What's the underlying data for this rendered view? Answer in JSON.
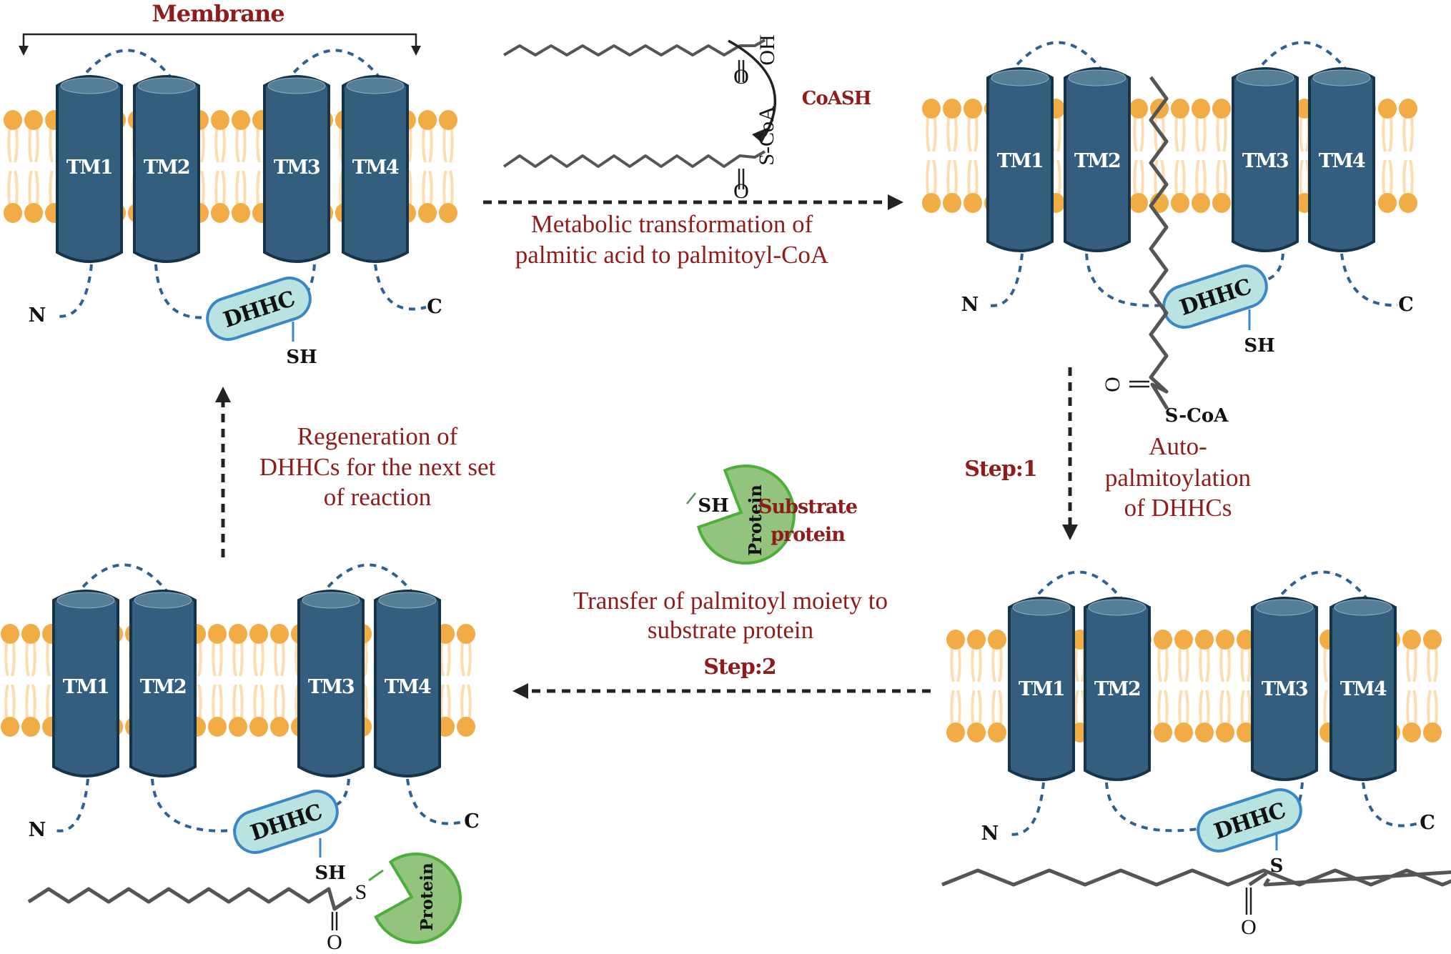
{
  "title": "Membrane",
  "colors": {
    "caption_red": "#8E1C1C",
    "tm_body": "#335E7E",
    "tm_outline": "#15344A",
    "tm_cap": "#557F97",
    "lipid_head": "#F2AC45",
    "lipid_tail": "#FBDDB0",
    "loop_dash": "#2E6090",
    "dhhc_fill": "#B8E3E0",
    "dhhc_stroke": "#3A87C8",
    "chain": "#555555",
    "protein_fill": "#93C47D",
    "protein_stroke": "#4CAF3A",
    "arrow": "#222222"
  },
  "panels": [
    {
      "id": "top-left",
      "state": "free DHHC enzyme",
      "tm_labels": [
        "TM1",
        "TM2",
        "TM3",
        "TM4"
      ],
      "n_terminus": "N",
      "c_terminus": "C",
      "motif": "DHHC",
      "thiol": "SH"
    },
    {
      "id": "top-right",
      "state": "palmitoyl-CoA approaching DHHC",
      "tm_labels": [
        "TM1",
        "TM2",
        "TM3",
        "TM4"
      ],
      "n_terminus": "N",
      "c_terminus": "C",
      "motif": "DHHC",
      "thiol": "SH",
      "carbonyl_o": "O",
      "thioester": "S-CoA"
    },
    {
      "id": "bottom-right",
      "state": "auto-palmitoylated DHHC",
      "tm_labels": [
        "TM1",
        "TM2",
        "TM3",
        "TM4"
      ],
      "n_terminus": "N",
      "c_terminus": "C",
      "motif": "DHHC",
      "thiol": "S",
      "carbonyl_o": "O"
    },
    {
      "id": "bottom-left",
      "state": "palmitoylated substrate protein released",
      "tm_labels": [
        "TM1",
        "TM2",
        "TM3",
        "TM4"
      ],
      "n_terminus": "N",
      "c_terminus": "C",
      "motif": "DHHC",
      "thiol": "SH",
      "protein_s": "S",
      "carbonyl_o": "O",
      "protein_label": "Protein"
    }
  ],
  "reaction": {
    "palmitic_acid_oh": "OH",
    "palmitic_acid_o": "O",
    "reagent": "CoASH",
    "palmitoyl_coa_s": "S-CoA",
    "palmitoyl_coa_o": "O"
  },
  "substrate": {
    "thiol": "SH",
    "protein_label": "Protein",
    "caption_line1": "Substrate",
    "caption_line2": "protein"
  },
  "captions": {
    "metabolic_line1": "Metabolic transformation of",
    "metabolic_line2": "palmitic acid to palmitoyl-CoA",
    "step1": "Step:1",
    "auto_line1": "Auto-",
    "auto_line2": "palmitoylation",
    "auto_line3": "of DHHCs",
    "transfer_line1": "Transfer of palmitoyl moiety to",
    "transfer_line2": "substrate protein",
    "step2": "Step:2",
    "regen_line1": "Regeneration of",
    "regen_line2": "DHHCs for the next set",
    "regen_line3": "of reaction"
  }
}
